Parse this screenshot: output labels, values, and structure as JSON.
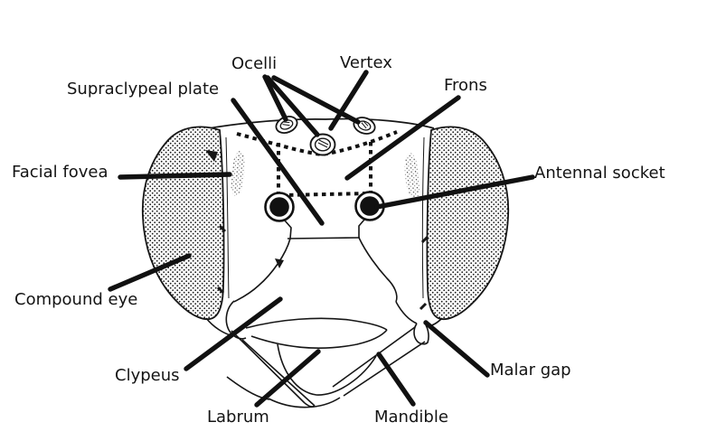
{
  "colors": {
    "ink": "#141414",
    "background": "#ffffff"
  },
  "labels": {
    "ocelli": "Ocelli",
    "vertex": "Vertex",
    "supraclypeal_plate": "Supraclypeal plate",
    "frons": "Frons",
    "facial_fovea": "Facial fovea",
    "antennal_socket": "Antennal socket",
    "compound_eye": "Compound eye",
    "clypeus": "Clypeus",
    "labrum": "Labrum",
    "mandible": "Mandible",
    "malar_gap": "Malar gap"
  }
}
